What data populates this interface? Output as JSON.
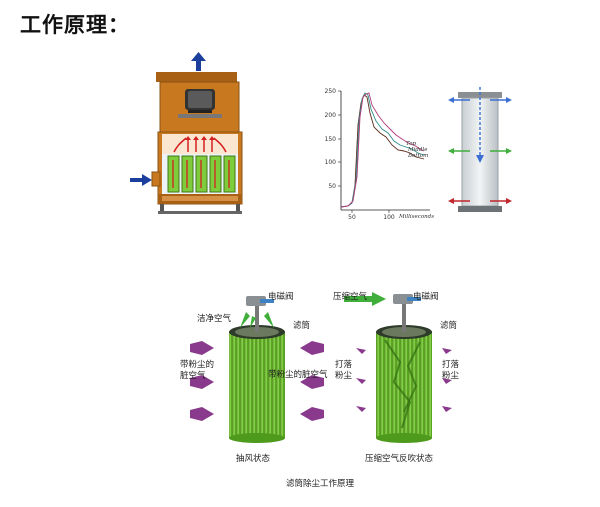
{
  "heading": "工作原理：",
  "pressure_chart": {
    "y_ticks": [
      "250",
      "200",
      "150",
      "100",
      "50"
    ],
    "x_ticks": [
      "50",
      "100"
    ],
    "x_unit": "Milliseconds",
    "legend": [
      "Top",
      "Middle",
      "Bottom"
    ],
    "colors": {
      "top": "#5b2c1a",
      "middle": "#2f8f8a",
      "bottom": "#b03a7a"
    }
  },
  "filter_diagram": {
    "left_cartridge": {
      "solenoid_label": "电磁阀",
      "clean_air_label": "洁净空气",
      "filter_label": "滤筒",
      "dusty_air_left": "带粉尘的脏空气",
      "dusty_air_right": "带粉尘的脏空气",
      "state_label": "抽风状态"
    },
    "right_cartridge": {
      "compressed_air_label": "压缩空气",
      "solenoid_label": "电磁阀",
      "filter_label": "滤筒",
      "dust_left": "打落粉尘",
      "dust_right": "打落粉尘",
      "state_label": "压缩空气反吹状态"
    },
    "caption": "滤筒除尘工作原理"
  },
  "colors": {
    "cabinet": "#c8791f",
    "cabinet_dark": "#8a5212",
    "filter_green": "#7ecb3c",
    "filter_dark": "#4d9a1c",
    "arrow_purple": "#8a3a8c",
    "arrow_blue": "#1c3f9e",
    "arrow_green": "#3fae3a"
  }
}
